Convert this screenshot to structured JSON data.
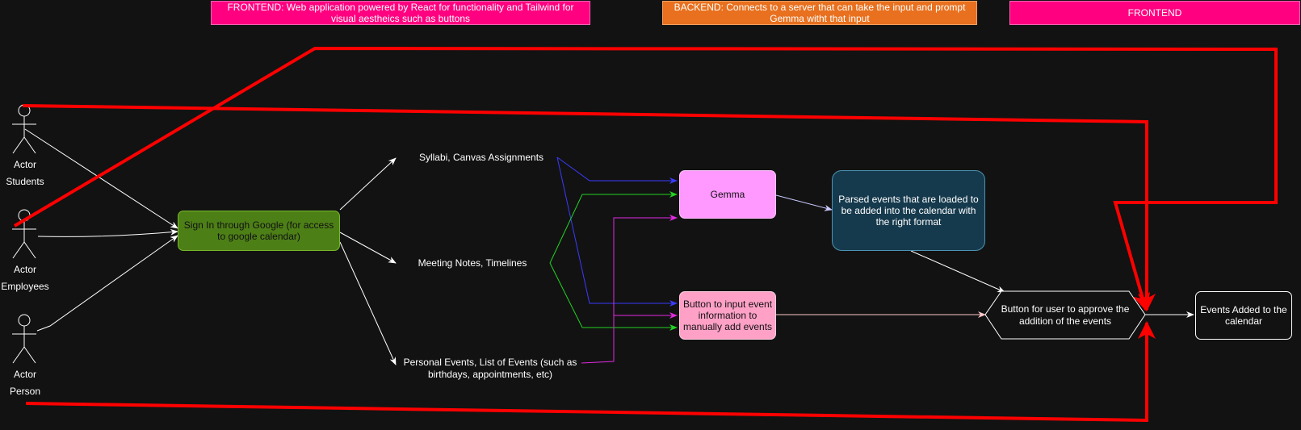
{
  "notes": {
    "frontend_react": "FRONTEND: Web application powered by React for functionality and Tailwind for visual aestheics such as buttons",
    "backend": "BACKEND: Connects to a server that can take the input and prompt Gemma witht that input",
    "frontend": "FRONTEND"
  },
  "actors": [
    {
      "label": "Actor",
      "name": "Students"
    },
    {
      "label": "Actor",
      "name": "Employees"
    },
    {
      "label": "Actor",
      "name": "Person"
    }
  ],
  "nodes": {
    "sign_in": "Sign In through Google (for access to google calendar)",
    "syllabi": "Syllabi, Canvas Assignments",
    "meetings": "Meeting Notes, Timelines",
    "personal": "Personal Events, List of Events (such as birthdays, appointments, etc)",
    "gemma": "Gemma",
    "manual_button": "Button to input event information to manually add events",
    "parsed": "Parsed events that are loaded to be added into the calendar with the right format",
    "approve": "Button for user to approve the addition of the events",
    "added": "Events Added to the calendar"
  },
  "colors": {
    "background": "#121212",
    "frontend_note": "#ff0080",
    "backend_note": "#e8701e",
    "sign_in_fill": "#4d7f17",
    "gemma_fill": "#ff99ff",
    "manual_fill": "#ffa1c7",
    "parsed_fill": "#163a4d",
    "red_path": "#ff0000",
    "blue_edge": "#3b3bff",
    "green_edge": "#22d322",
    "magenta_edge": "#e22ae2"
  }
}
